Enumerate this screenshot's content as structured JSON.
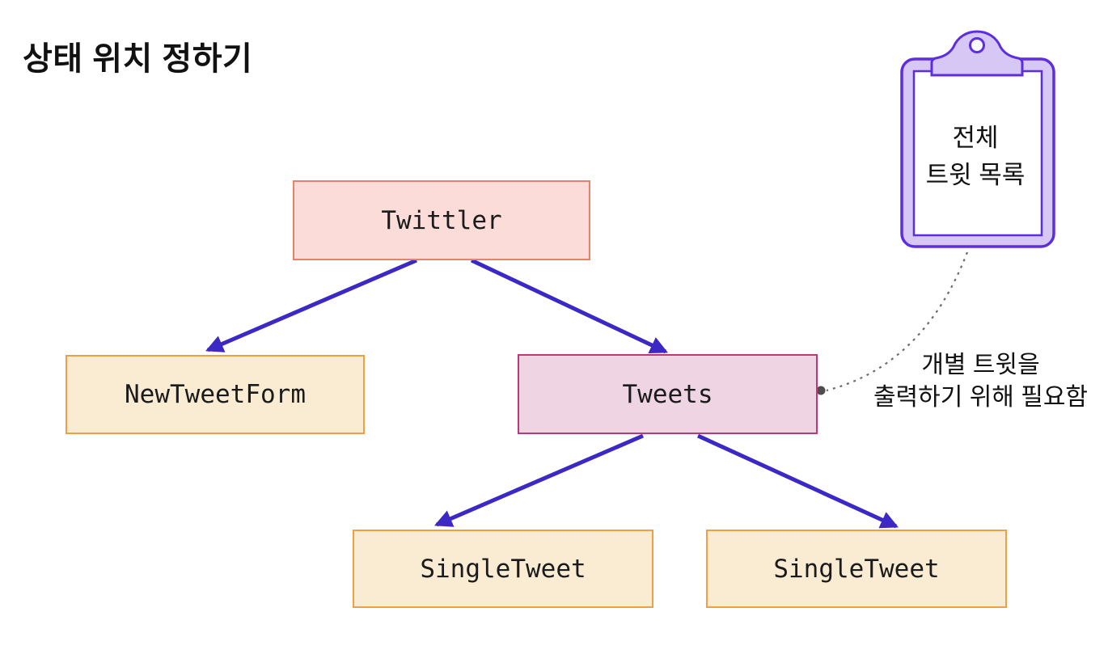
{
  "title": "상태 위치 정하기",
  "nodes": {
    "twittler": {
      "label": "Twittler"
    },
    "new_tweet_form": {
      "label": "NewTweetForm"
    },
    "tweets": {
      "label": "Tweets"
    },
    "single_tweet_left": {
      "label": "SingleTweet"
    },
    "single_tweet_right": {
      "label": "SingleTweet"
    }
  },
  "clipboard_note": {
    "line1": "전체",
    "line2": "트윗 목록"
  },
  "annotation": {
    "line1": "개별 트윗을",
    "line2": "출력하기 위해 필요함"
  },
  "icons": {
    "clipboard": "clipboard-icon"
  },
  "colors": {
    "root_fill": "#fbdcd8",
    "root_border": "#e9806b",
    "leaf_fill": "#faecd3",
    "leaf_border": "#f0a042",
    "tweets_fill": "#efd4e4",
    "tweets_border": "#b83a79",
    "arrow": "#3c28c5",
    "clipboard_stroke": "#5c2ee0",
    "clipboard_fill": "#d7c7f4",
    "connector_dotted": "#6b6b6b",
    "connector_dot": "#4d4d4d",
    "text": "#111111"
  }
}
